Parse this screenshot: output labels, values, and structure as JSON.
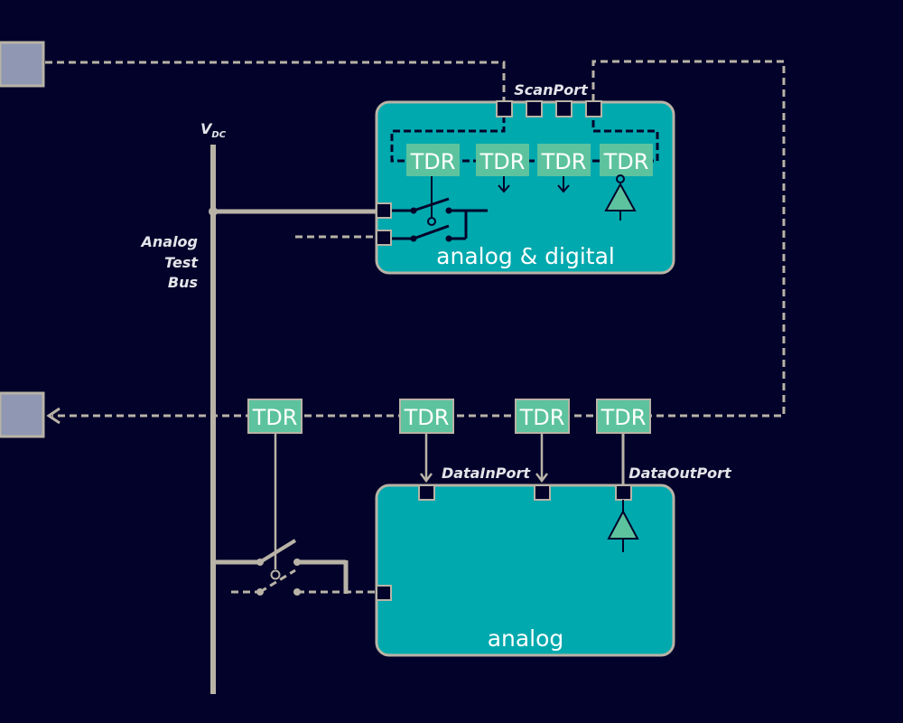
{
  "labels": {
    "vdc_main": "V",
    "vdc_sub": "DC",
    "bus_line1": "Analog",
    "bus_line2": "Test",
    "bus_line3": "Bus",
    "scan_port": "ScanPort",
    "data_in_port": "DataInPort",
    "data_out_port": "DataOutPort"
  },
  "blocks": {
    "top": "analog & digital",
    "bottom": "analog"
  },
  "tdr": {
    "label": "TDR"
  },
  "colors": {
    "background": "#02022a",
    "block_fill": "#00a9ae",
    "tdr_fill": "#5cc39e",
    "wire": "#b8b3a6",
    "inner_wire": "#02022a"
  }
}
